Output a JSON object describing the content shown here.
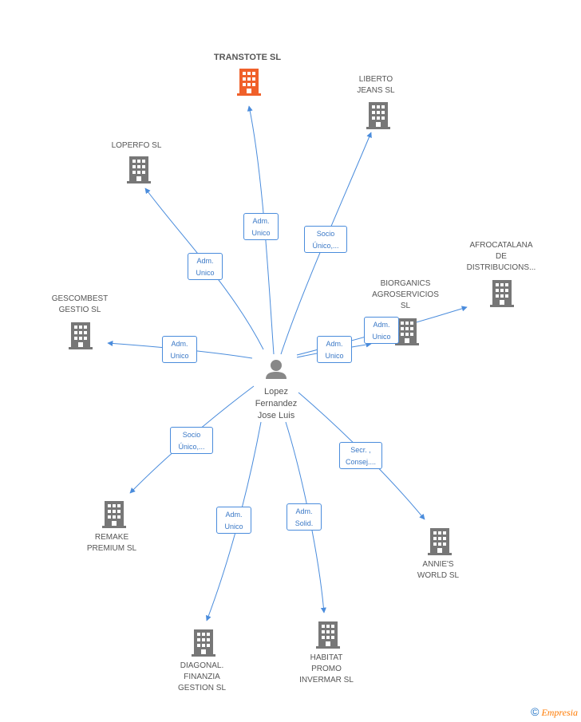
{
  "person": {
    "name_lines": [
      "Lopez",
      "Fernandez",
      "Jose Luis"
    ],
    "icon": "person-icon"
  },
  "companies": [
    {
      "id": "transtote",
      "label_lines": [
        "TRANSTOTE SL"
      ],
      "primary": true,
      "icon": "building-icon",
      "color": "#f0602a"
    },
    {
      "id": "liberto",
      "label_lines": [
        "LIBERTO",
        "JEANS  SL"
      ],
      "primary": false,
      "icon": "building-icon",
      "color": "#777777"
    },
    {
      "id": "loperfo",
      "label_lines": [
        "LOPERFO SL"
      ],
      "primary": false,
      "icon": "building-icon",
      "color": "#777777"
    },
    {
      "id": "afrocatalana",
      "label_lines": [
        "AFROCATALANA",
        "DE",
        "DISTRIBUCIONS..."
      ],
      "primary": false,
      "icon": "building-icon",
      "color": "#777777"
    },
    {
      "id": "biorganics",
      "label_lines": [
        "BIORGANICS",
        "AGROSERVICIOS",
        "SL"
      ],
      "primary": false,
      "icon": "building-icon",
      "color": "#777777"
    },
    {
      "id": "gescombest",
      "label_lines": [
        "GESCOMBEST",
        "GESTIO SL"
      ],
      "primary": false,
      "icon": "building-icon",
      "color": "#777777"
    },
    {
      "id": "remake",
      "label_lines": [
        "REMAKE",
        "PREMIUM SL"
      ],
      "primary": false,
      "icon": "building-icon",
      "color": "#777777"
    },
    {
      "id": "annies",
      "label_lines": [
        "ANNIE'S",
        "WORLD SL"
      ],
      "primary": false,
      "icon": "building-icon",
      "color": "#777777"
    },
    {
      "id": "diagonal",
      "label_lines": [
        "DIAGONAL.",
        "FINANZIA",
        "GESTION SL"
      ],
      "primary": false,
      "icon": "building-icon",
      "color": "#777777"
    },
    {
      "id": "habitat",
      "label_lines": [
        "HABITAT",
        "PROMO",
        "INVERMAR SL"
      ],
      "primary": false,
      "icon": "building-icon",
      "color": "#777777"
    }
  ],
  "relations": [
    {
      "id": "transtote",
      "lines": [
        "Adm.",
        "Unico"
      ]
    },
    {
      "id": "liberto",
      "lines": [
        "Socio",
        "Único,..."
      ]
    },
    {
      "id": "loperfo",
      "lines": [
        "Adm.",
        "Unico"
      ]
    },
    {
      "id": "afrocatalana",
      "lines": [
        "Adm.",
        "Unico"
      ]
    },
    {
      "id": "biorganics",
      "lines": [
        "Adm.",
        "Unico"
      ]
    },
    {
      "id": "gescombest",
      "lines": [
        "Adm.",
        "Unico"
      ]
    },
    {
      "id": "remake",
      "lines": [
        "Socio",
        "Único,..."
      ]
    },
    {
      "id": "annies",
      "lines": [
        "Secr. ,",
        "Consej...."
      ]
    },
    {
      "id": "diagonal",
      "lines": [
        "Adm.",
        "Unico"
      ]
    },
    {
      "id": "habitat",
      "lines": [
        "Adm.",
        "Solid."
      ]
    }
  ],
  "colors": {
    "edge": "#4a8cdc",
    "building": "#777777",
    "primary_building": "#f0602a",
    "person": "#888888"
  },
  "brand": {
    "copyright_symbol": "©",
    "name": "Empresia"
  }
}
